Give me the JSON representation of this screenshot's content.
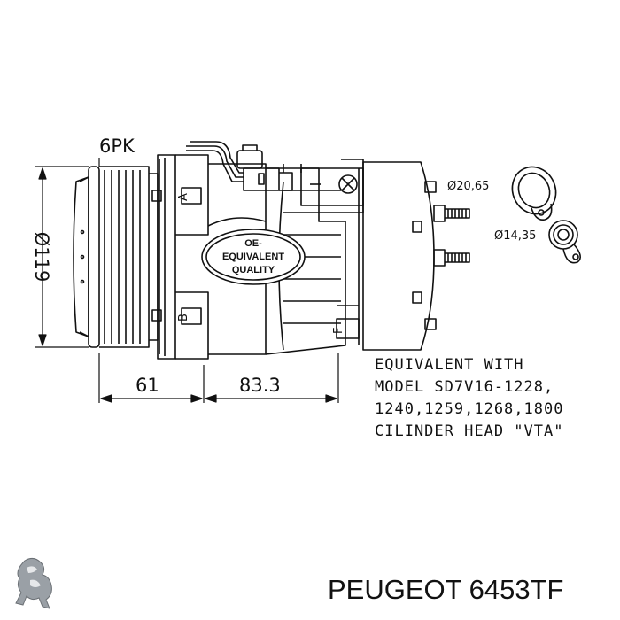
{
  "diagram": {
    "pulley_label": "6PK",
    "diameter_label": "Ø119",
    "dim_left": "61",
    "dim_right": "83.3",
    "ring_large": "Ø20,65",
    "ring_small": "Ø14,35",
    "stamp_lines": [
      "OE-",
      "EQUIVALENT",
      "QUALITY"
    ],
    "port_a": "A",
    "port_b": "B",
    "port_f": "F",
    "note_lines": [
      "EQUIVALENT WITH",
      "MODEL SD7V16-1228,",
      "1240,1259,1268,1800",
      "CILINDER HEAD \"VTA\""
    ]
  },
  "caption": "PEUGEOT 6453TF",
  "colors": {
    "line": "#111111",
    "background": "#ffffff"
  }
}
